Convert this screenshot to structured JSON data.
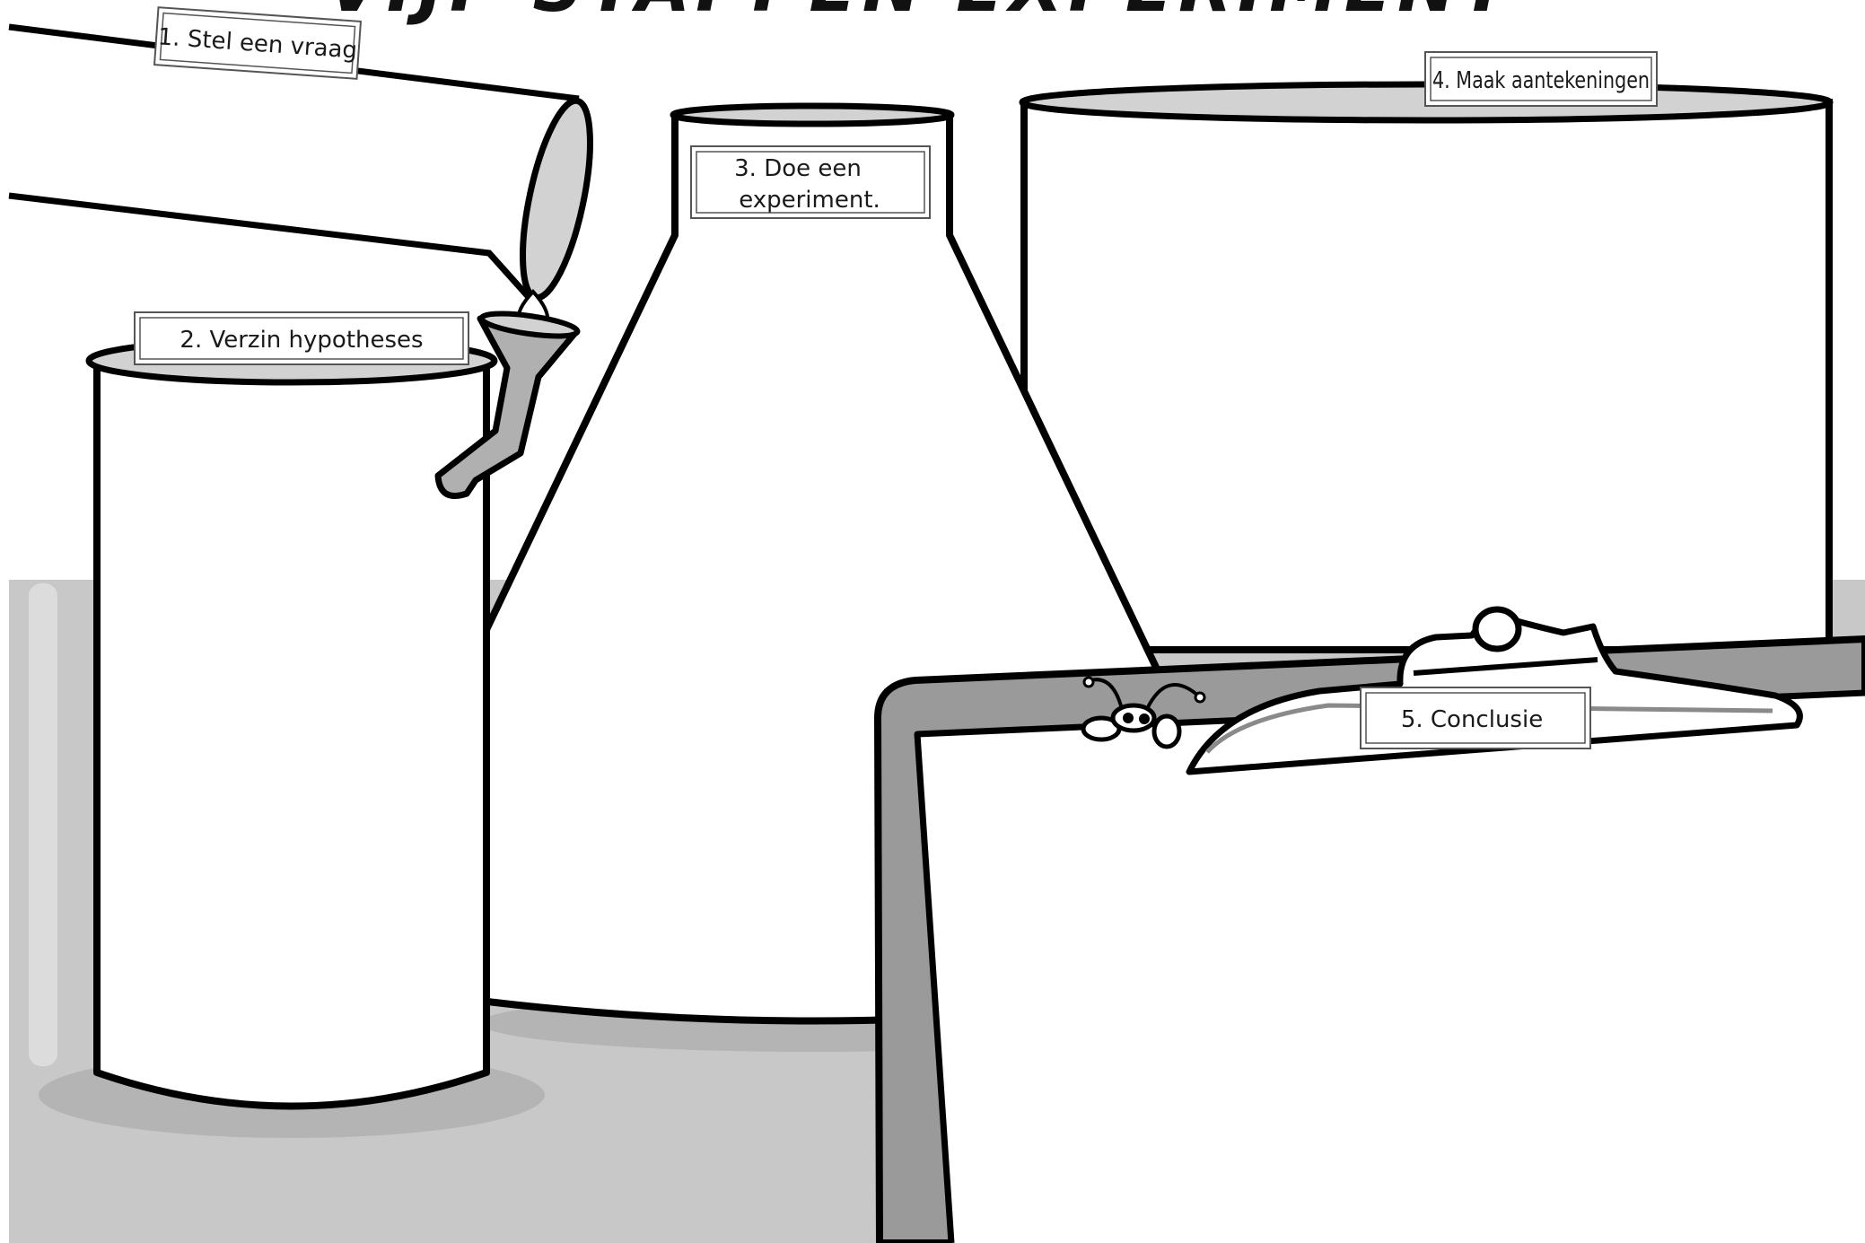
{
  "title": "VIJF STAPPEN EXPERIMENT",
  "steps": {
    "s1": "1. Stel een vraag",
    "s2": "2. Verzin hypotheses",
    "s3_line1": "3. Doe een",
    "s3_line2": "experiment.",
    "s4": "4. Maak aantekeningen",
    "s5": "5. Conclusie"
  },
  "colors": {
    "outline": "#000000",
    "table": "#c8c8c8",
    "shadow": "#b4b4b4",
    "rim_fill": "#d2d2d2",
    "clipboard_frame": "#9a9a9a",
    "clip": "#ffffff"
  },
  "icons": {
    "bug": "bug-icon",
    "drop": "water-drop-icon"
  }
}
